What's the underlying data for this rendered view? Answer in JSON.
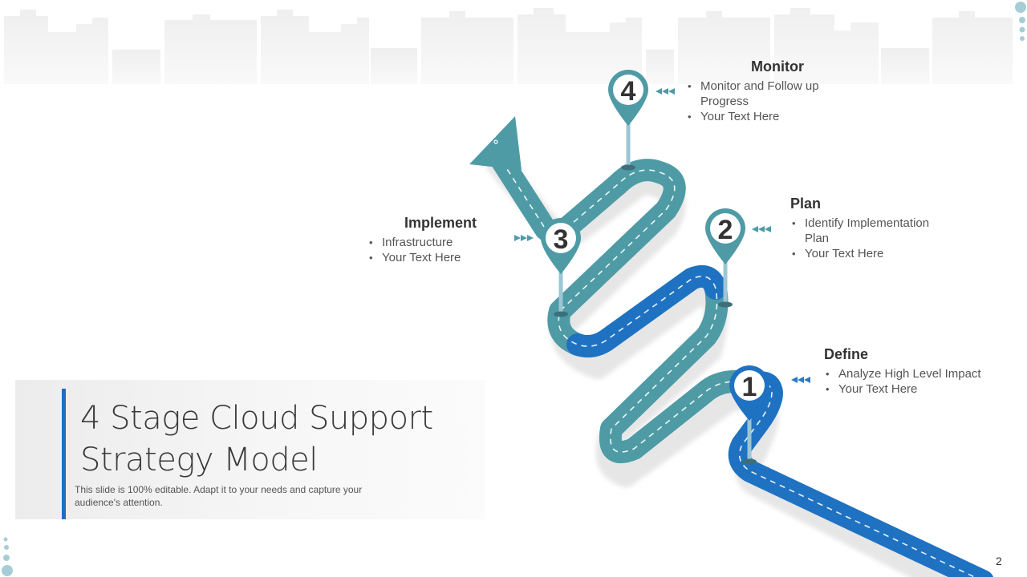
{
  "slide": {
    "title": "4 Stage Cloud Support Strategy Model",
    "subtitle": "This slide is 100% editable. Adapt it to your needs and capture your audience's attention.",
    "page_number": "2"
  },
  "colors": {
    "teal": "#4e9ba5",
    "blue": "#1f72c2",
    "teal_dark": "#3f7f88"
  },
  "pins": [
    {
      "number": "1",
      "color": "#1f72c2"
    },
    {
      "number": "2",
      "color": "#4e9ba5"
    },
    {
      "number": "3",
      "color": "#4e9ba5"
    },
    {
      "number": "4",
      "color": "#4e9ba5"
    }
  ],
  "stages": [
    {
      "heading": "Define",
      "bullets": [
        "Analyze High Level Impact",
        "Your Text Here"
      ]
    },
    {
      "heading": "Plan",
      "bullets": [
        "Identify Implementation Plan",
        "Your Text Here"
      ]
    },
    {
      "heading": "Implement",
      "bullets": [
        "Infrastructure",
        "Your Text Here"
      ]
    },
    {
      "heading": "Monitor",
      "bullets": [
        "Monitor and Follow up Progress",
        "Your Text Here"
      ]
    }
  ],
  "icons": {
    "arrow_head": "cloud-network-icon",
    "pointer": "triple-arrow-icon"
  }
}
